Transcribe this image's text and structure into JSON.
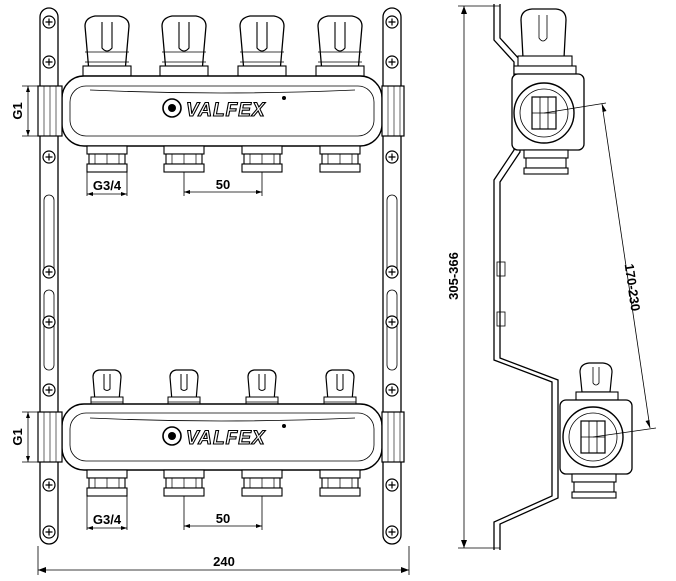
{
  "brand": "VALFEX",
  "dimensions": {
    "inlet_upper": "G1",
    "inlet_lower": "G1",
    "outlet_upper": "G3/4",
    "outlet_lower": "G3/4",
    "pitch_upper": "50",
    "pitch_lower": "50",
    "width": "240",
    "height": "305-366",
    "axis_distance": "170-230"
  },
  "outlets_per_manifold": 4
}
